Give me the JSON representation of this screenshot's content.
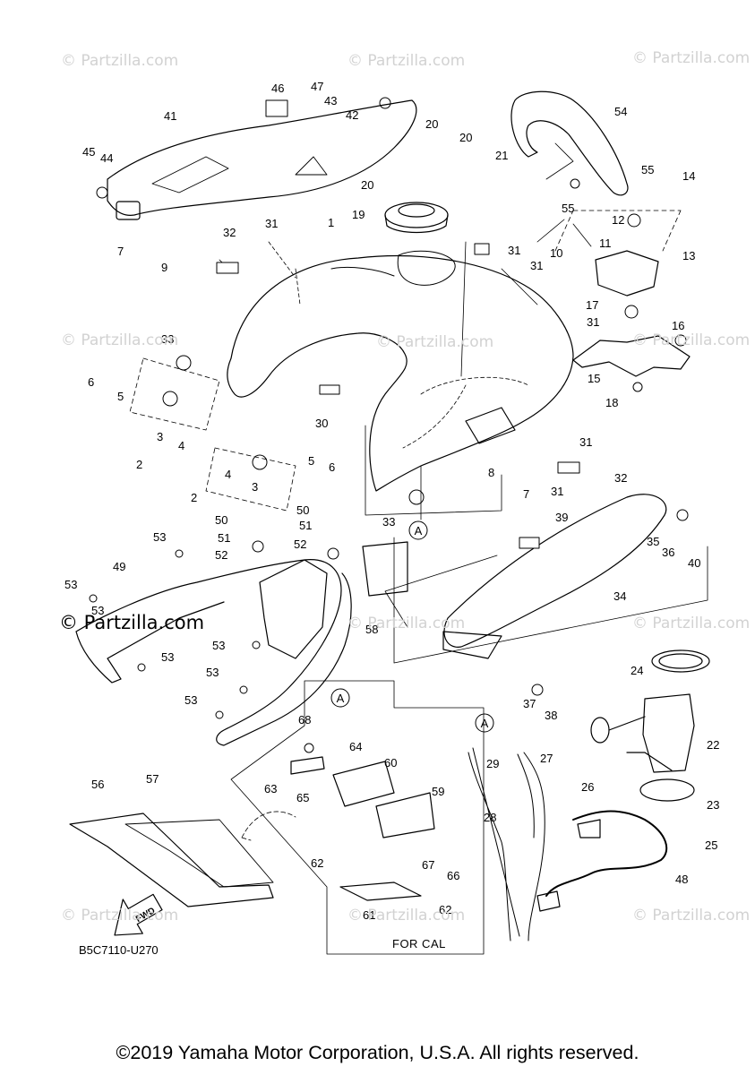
{
  "watermark": "© Partzilla.com",
  "brand_watermark": "© Partzilla.com",
  "diagram_code": "B5C7110-U270",
  "variant_note": "FOR CAL",
  "fwd_label": "FWD",
  "copyright": "©2019 Yamaha Motor Corporation, U.S.A. All rights reserved.",
  "callouts": {
    "c1": "1",
    "c2a": "2",
    "c2b": "2",
    "c3a": "3",
    "c3b": "3",
    "c4a": "4",
    "c4b": "4",
    "c5a": "5",
    "c5b": "5",
    "c6a": "6",
    "c6b": "6",
    "c7a": "7",
    "c7b": "7",
    "c8": "8",
    "c9": "9",
    "c10": "10",
    "c11": "11",
    "c12": "12",
    "c13": "13",
    "c14": "14",
    "c15": "15",
    "c16": "16",
    "c17": "17",
    "c18": "18",
    "c19": "19",
    "c20a": "20",
    "c20b": "20",
    "c20c": "20",
    "c21": "21",
    "c22": "22",
    "c23": "23",
    "c24": "24",
    "c25": "25",
    "c26": "26",
    "c27": "27",
    "c28": "28",
    "c29": "29",
    "c30": "30",
    "c31a": "31",
    "c31b": "31",
    "c31c": "31",
    "c31d": "31",
    "c31e": "31",
    "c31f": "31",
    "c32a": "32",
    "c32b": "32",
    "c33a": "33",
    "c33b": "33",
    "c34": "34",
    "c35": "35",
    "c36": "36",
    "c37": "37",
    "c38": "38",
    "c39": "39",
    "c40": "40",
    "c41": "41",
    "c42": "42",
    "c43": "43",
    "c44": "44",
    "c45": "45",
    "c46": "46",
    "c47": "47",
    "c48": "48",
    "c49": "49",
    "c50a": "50",
    "c50b": "50",
    "c51a": "51",
    "c51b": "51",
    "c52a": "52",
    "c52b": "52",
    "c53a": "53",
    "c53b": "53",
    "c53c": "53",
    "c53d": "53",
    "c53e": "53",
    "c53f": "53",
    "c53g": "53",
    "c54": "54",
    "c55a": "55",
    "c55b": "55",
    "c56": "56",
    "c57": "57",
    "c58": "58",
    "c59": "59",
    "c60": "60",
    "c61": "61",
    "c62a": "62",
    "c62b": "62",
    "c63": "63",
    "c64": "64",
    "c65": "65",
    "c66": "66",
    "c67": "67",
    "c68": "68",
    "refA1": "A",
    "refA2": "A",
    "refA3": "A"
  }
}
